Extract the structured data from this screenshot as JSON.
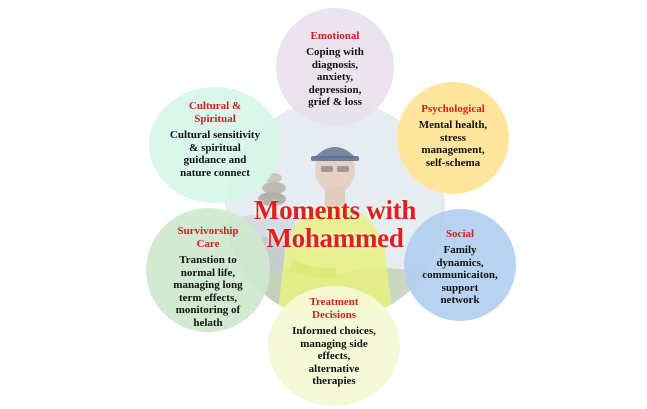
{
  "center": {
    "title_line1": "Moments with",
    "title_line2": "Mohammed"
  },
  "colors": {
    "title_red": "#e02020",
    "emotional": "#e8e0ec",
    "psychological": "#ffe494",
    "social": "#b2cef0",
    "treatment": "#f4f9d6",
    "survivorship": "#cee8ce",
    "cultural": "#d6f6e8"
  },
  "nodes": {
    "emotional": {
      "title": "Emotional",
      "lines": [
        "Coping with",
        "diagnosis,",
        "anxiety,",
        "depression,",
        "grief & loss"
      ]
    },
    "psychological": {
      "title": "Psychological",
      "lines": [
        "Mental health,",
        "stress",
        "management,",
        "self-schema"
      ]
    },
    "social": {
      "title": "Social",
      "lines": [
        "Family",
        "dynamics,",
        "communicaiton,",
        "support",
        "network"
      ]
    },
    "treatment": {
      "title_lines": [
        "Treatment",
        "Decisions"
      ],
      "lines": [
        "Informed  choices,",
        "managing side",
        "effects,",
        "alternative",
        "therapies"
      ]
    },
    "survivorship": {
      "title_lines": [
        "Survivorship",
        "Care"
      ],
      "lines": [
        "Transtion  to",
        "normal life,",
        "managing long",
        "term effects,",
        "monitoring of",
        "helath"
      ]
    },
    "cultural": {
      "title_lines": [
        "Cultural  &",
        "Spiritual"
      ],
      "lines": [
        "Cultural sensitivity",
        "& spiritual",
        "guidance and",
        "nature connect"
      ]
    }
  }
}
